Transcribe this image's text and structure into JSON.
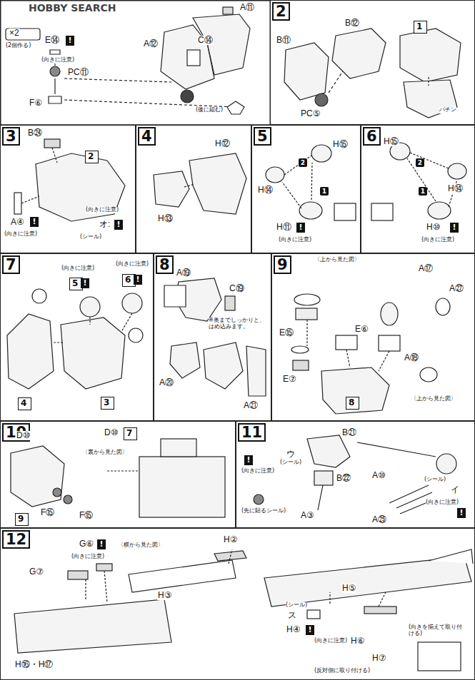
{
  "diagram": {
    "nodes": [
      {
        "text": [
          "2"
        ]
      },
      {
        "text": [
          "1"
        ],
        "in": 0
      },
      {
        "text": [
          "3"
        ]
      },
      {
        "text": [
          "2"
        ],
        "in": 2
      },
      {
        "text": [
          "4"
        ]
      },
      {
        "text": [
          "5"
        ]
      },
      {
        "text": [
          "6"
        ]
      },
      {
        "text": [
          "7"
        ]
      },
      {
        "text": [
          "5"
        ],
        "in": 7
      },
      {
        "text": [
          "6"
        ],
        "in": 7
      },
      {
        "text": [
          "4"
        ],
        "in": 7
      },
      {
        "text": [
          "3"
        ],
        "in": 7
      },
      {
        "text": [
          "8"
        ]
      },
      {
        "text": [
          "9"
        ]
      },
      {
        "text": [
          "8"
        ],
        "in": 13
      },
      {
        "text": [
          "10"
        ]
      },
      {
        "text": [
          "9"
        ],
        "in": 15
      },
      {
        "text": [
          "7"
        ],
        "in": 15
      },
      {
        "text": [
          "11"
        ]
      },
      {
        "text": [
          "12"
        ]
      }
    ],
    "labels": [
      "HOBBY SEARCH",
      "×2",
      "(2個作る)",
      "E⑭",
      "!",
      "(向きに注意)",
      "PC⑪",
      "F⑥",
      "A⑪",
      "A⑫",
      "C⑭",
      "(後に組む)",
      "B⑫",
      "B⑪",
      "PC⑤",
      "パチン",
      "B㉔",
      "A④",
      "!",
      "(向きに注意)",
      "(向きに注意)",
      "(シール)",
      "オ:",
      "!",
      "H⑫",
      "H⑬",
      "H⑮",
      "H⑭",
      "H⑪",
      "!",
      "(向きに注意)",
      "2",
      "1",
      "H⑮",
      "H⑭",
      "H⑩",
      "!",
      "(向きに注意)",
      "2",
      "1",
      "(向きに注意)",
      "(向きに注意)",
      "!",
      "!",
      "A⑲",
      "C⑲",
      "※奥までしっかりと、はめ込みます。",
      "A⑳",
      "A㉑",
      "〈上から見た図〉",
      "A⑰",
      "A㉗",
      "E⑮",
      "E⑥",
      "E⑦",
      "A⑱",
      "〈上から見た図〉",
      "D⑩",
      "D⑩",
      "〈裏から見た図〉",
      "F⑮",
      "F⑮",
      "(向きに注意)",
      "!",
      "(シール)",
      "ウ",
      "B㉑",
      "B㉒",
      "(先に貼るシール)",
      "A③",
      "A⑩",
      "A㉕",
      "(シール)",
      "イ",
      "(向きに注意)",
      "!",
      "G⑥",
      "!",
      "(向きに注意)",
      "〈横から見た図〉",
      "G⑦",
      "H⑯・H⑰",
      "H②",
      "H③",
      "H⑤",
      "(シール)",
      "ス",
      "(向きに注意)",
      "H④",
      "!",
      "H⑥",
      "H⑦",
      "(反対側に取り付ける)",
      "(向きを揃えて取り付ける)"
    ]
  }
}
